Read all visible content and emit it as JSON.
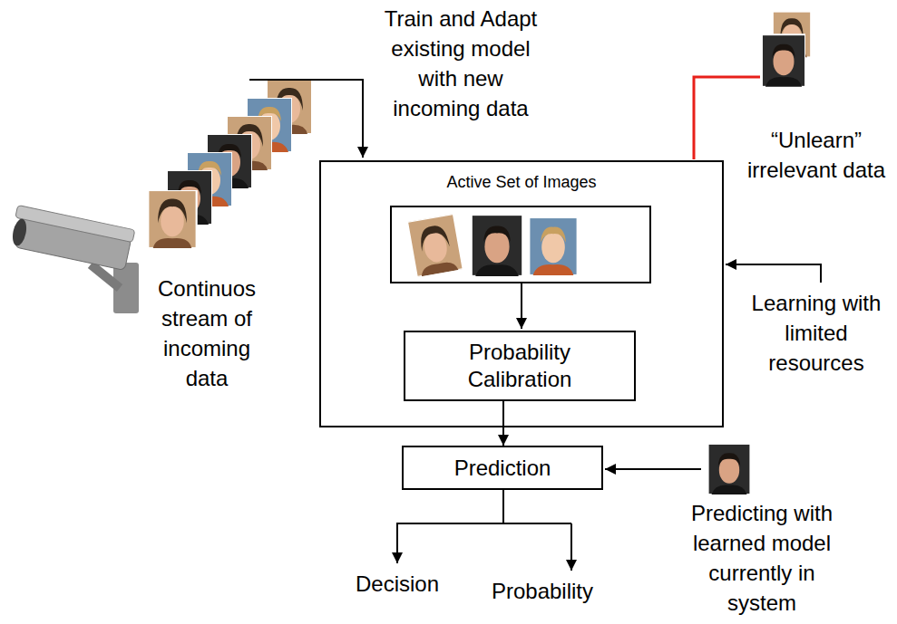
{
  "diagram": {
    "nodes": [
      {
        "text": [
          "Active Set of Images"
        ]
      },
      {
        "text": [
          "Probability Calibration"
        ],
        "in": 0
      },
      {
        "text": [
          "Prediction"
        ]
      }
    ],
    "edges": [
      {
        "from": 1,
        "to": 2,
        "arrow": "to"
      }
    ],
    "labels": [
      "Train and Adapt existing model with new incoming data",
      "“Unlearn” irrelevant data",
      "Continuos stream of incoming data",
      "Learning with limited resources",
      "Predicting with learned model currently in system",
      "Decision",
      "Probability"
    ]
  }
}
